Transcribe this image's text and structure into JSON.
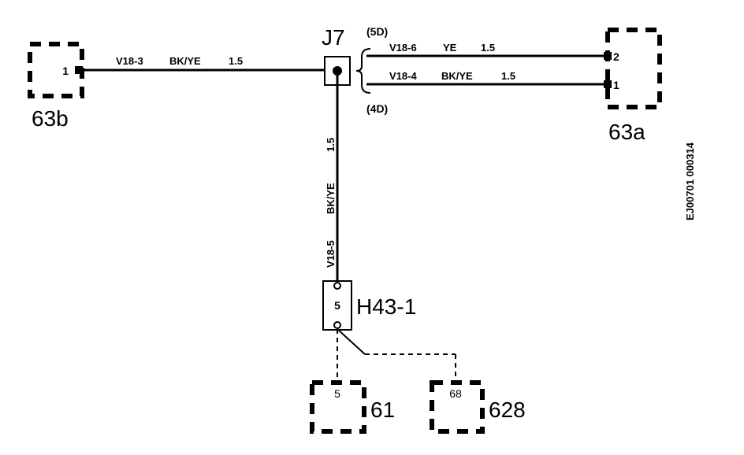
{
  "components": {
    "c63b": {
      "label": "63b",
      "pin": "1"
    },
    "c63a": {
      "label": "63a",
      "pin_top": "2",
      "pin_bottom": "1"
    },
    "j7": {
      "label": "J7",
      "upper_note": "(5D)",
      "lower_note": "(4D)"
    },
    "h43": {
      "label": "H43-1",
      "pin": "5"
    },
    "c61": {
      "label": "61",
      "pin": "5"
    },
    "c628": {
      "label": "628",
      "pin": "68"
    }
  },
  "wires": {
    "w3": {
      "id": "V18-3",
      "color": "BK/YE",
      "size": "1.5"
    },
    "w6": {
      "id": "V18-6",
      "color": "YE",
      "size": "1.5"
    },
    "w4": {
      "id": "V18-4",
      "color": "BK/YE",
      "size": "1.5"
    },
    "w5": {
      "id": "V18-5",
      "color": "BK/YE",
      "size": "1.5"
    }
  },
  "doc_id": "EJ00701 000314"
}
